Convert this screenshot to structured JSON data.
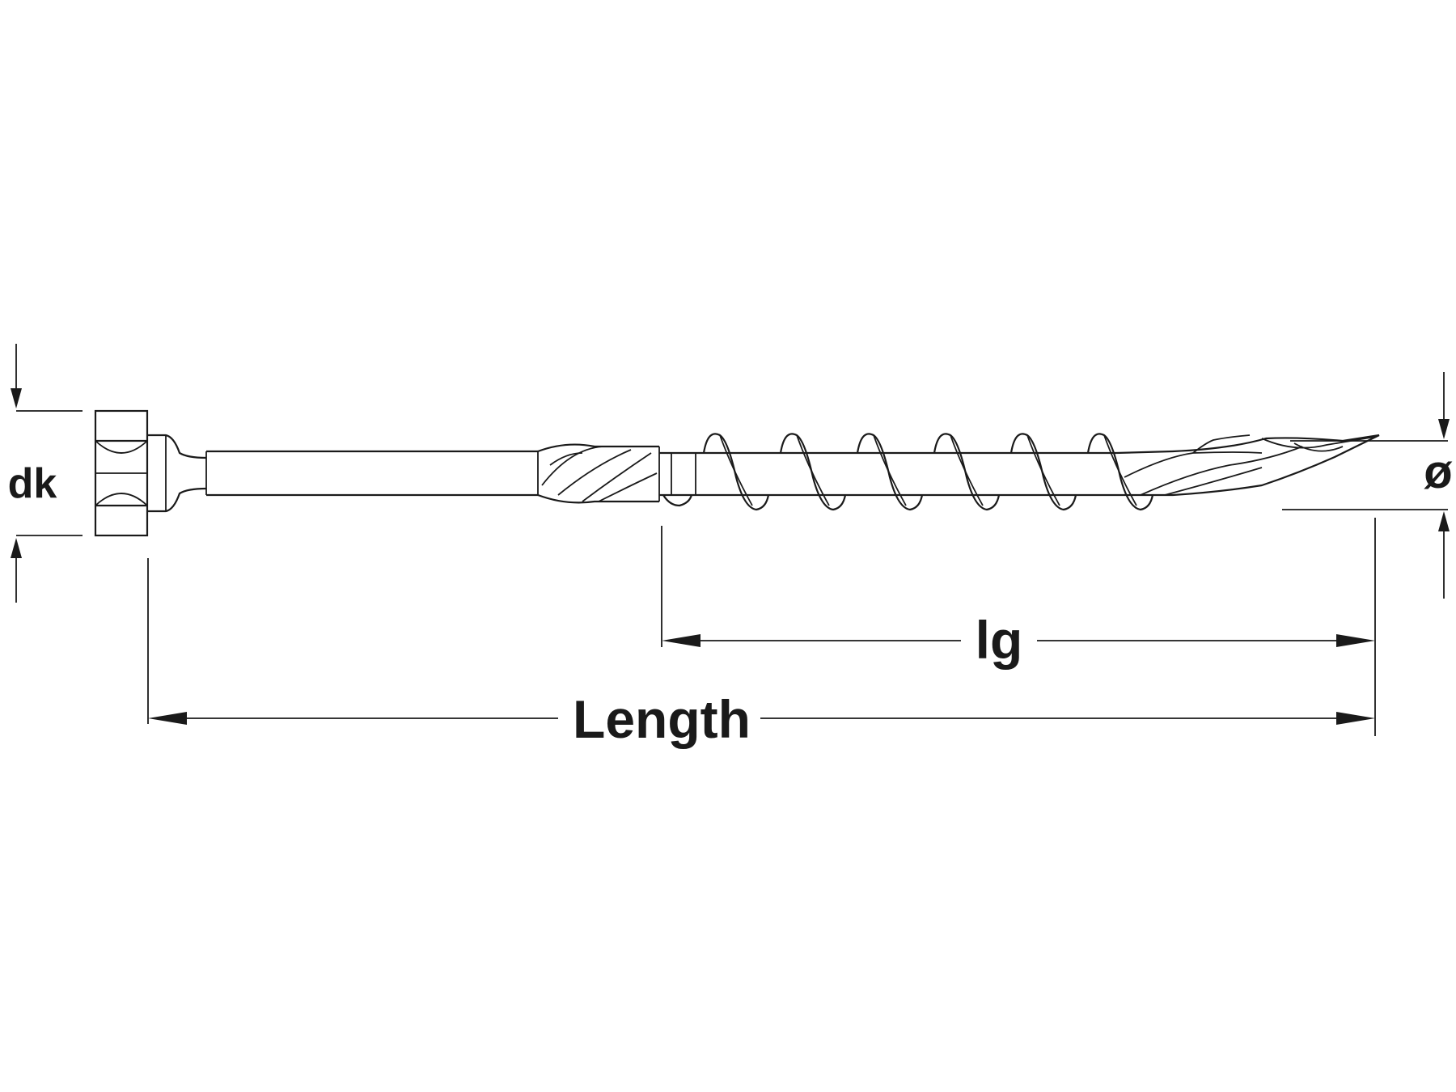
{
  "labels": {
    "head_height": "dk",
    "diameter": "ø",
    "thread_length": "lg",
    "total_length": "Length"
  },
  "colors": {
    "ink": "#1a1a1a",
    "background": "#ffffff"
  }
}
